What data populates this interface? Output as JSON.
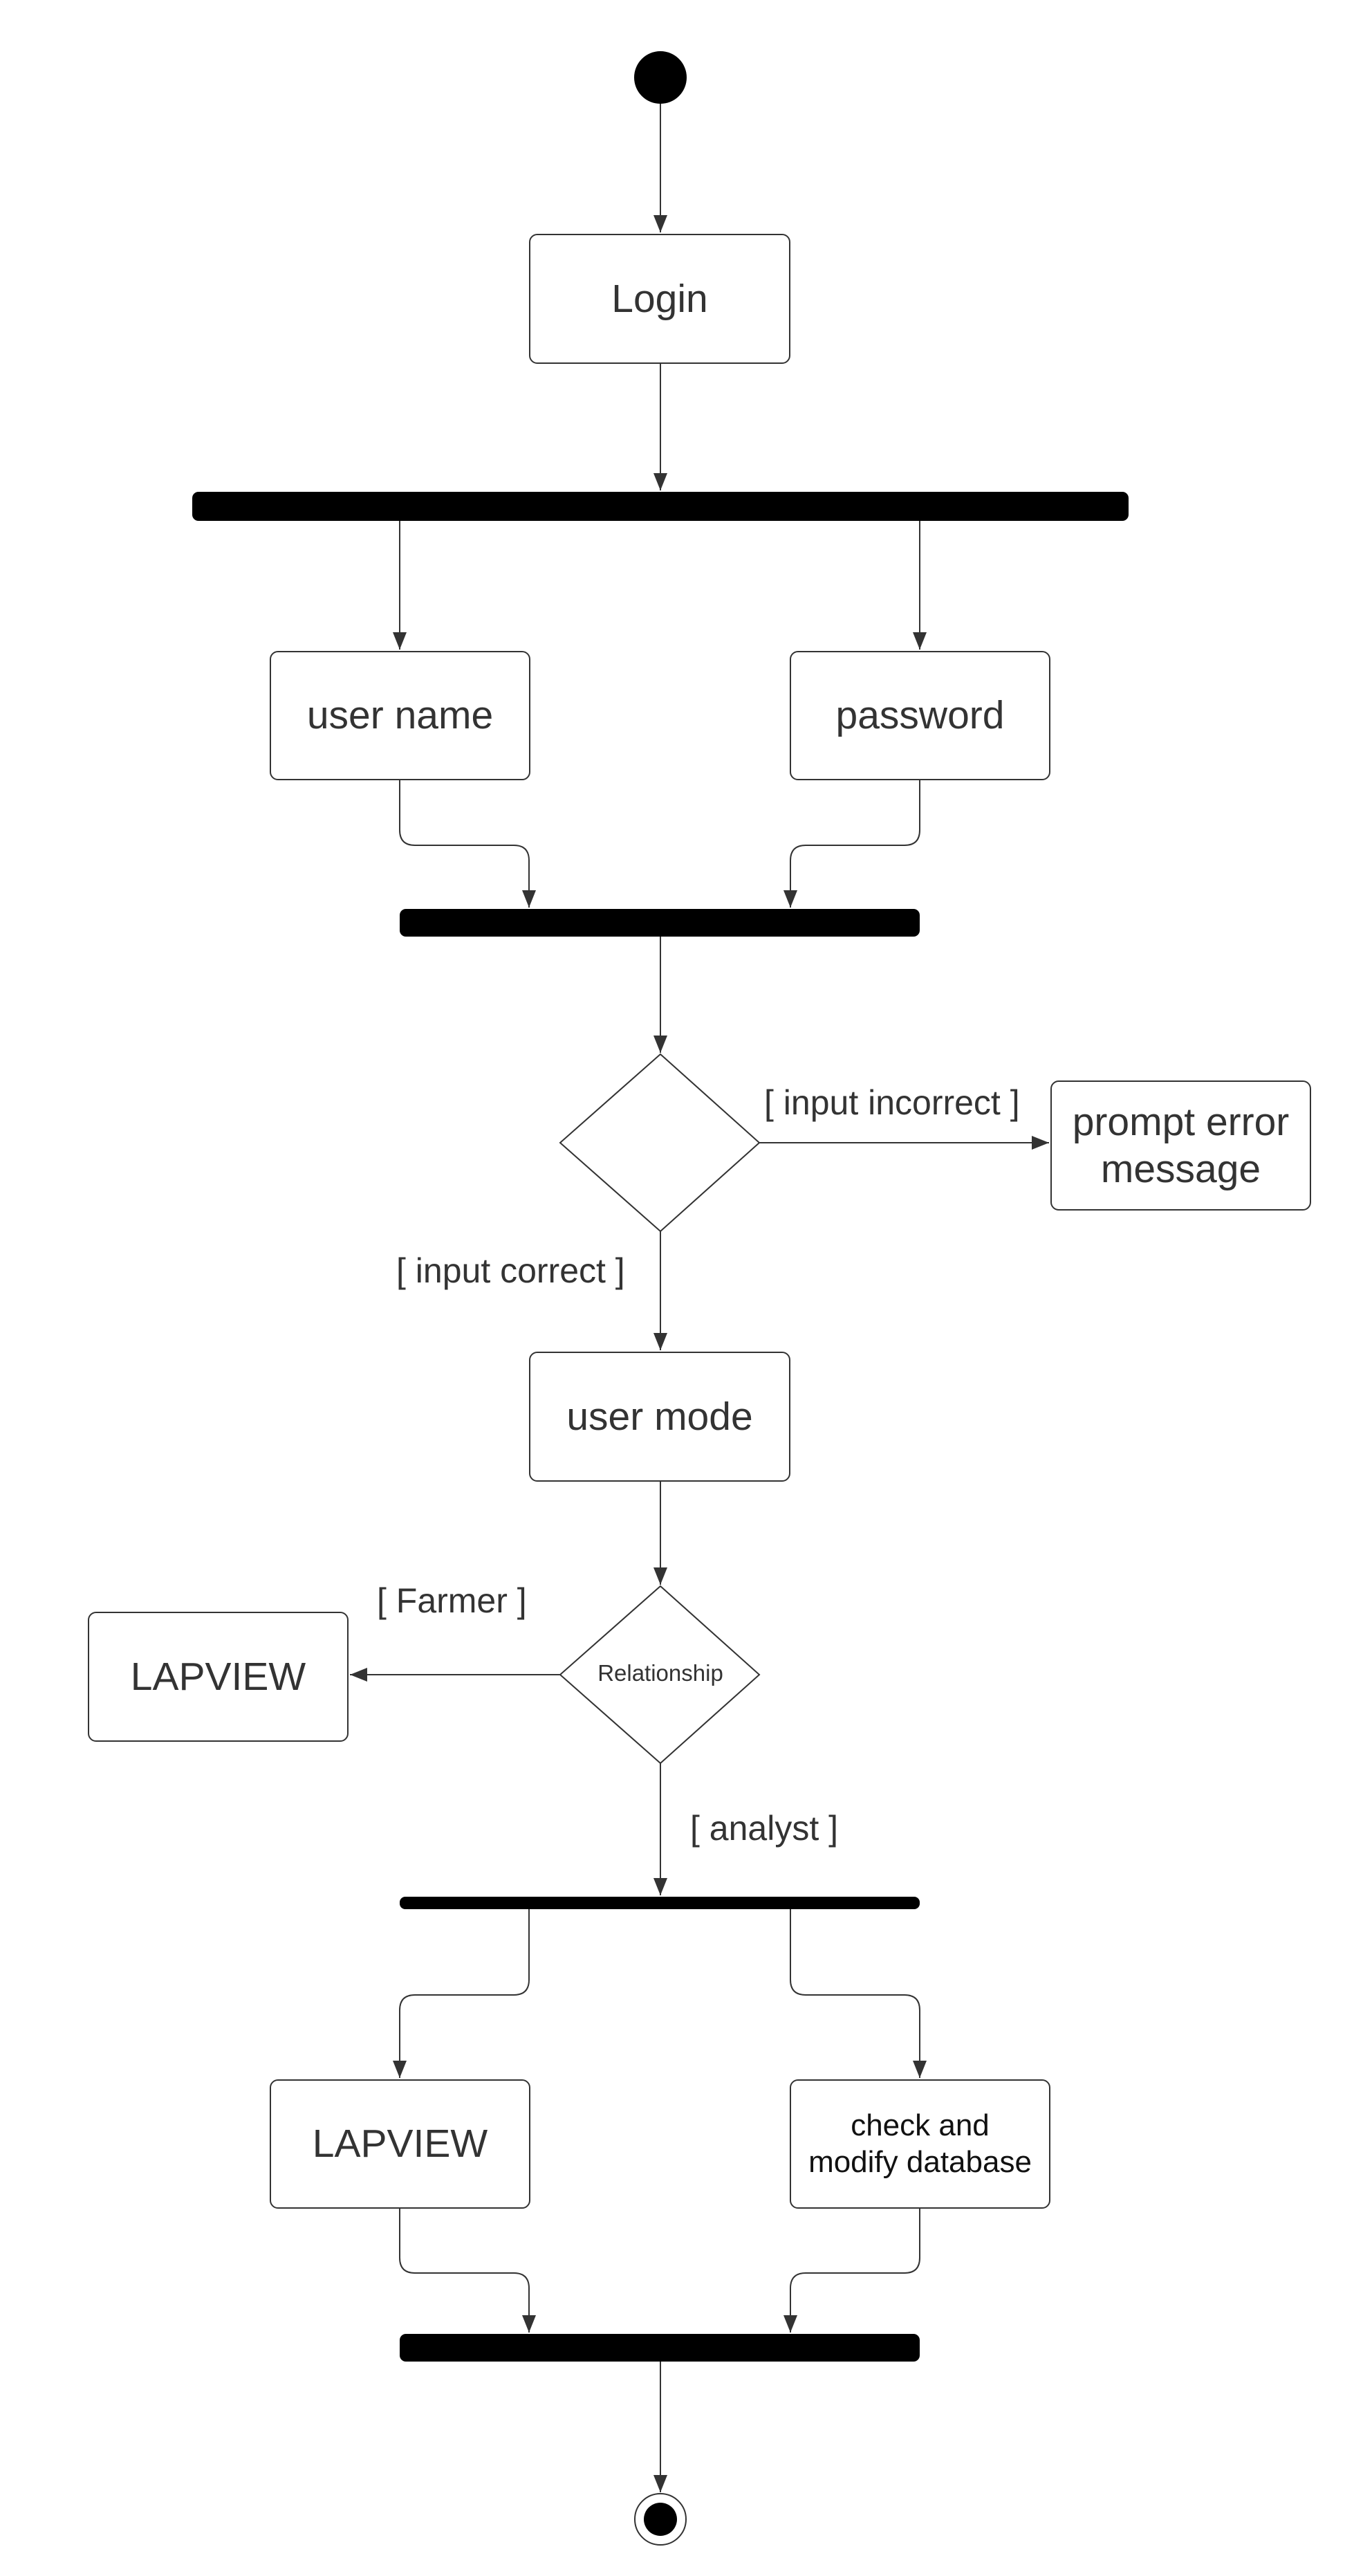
{
  "colors": {
    "stroke": "#333333",
    "bar": "#000000",
    "background": "#ffffff"
  },
  "nodes": {
    "login": "Login",
    "user_name": "user name",
    "password": "password",
    "prompt_error_line1": "prompt error",
    "prompt_error_line2": "message",
    "user_mode": "user mode",
    "lapview_farmer": "LAPVIEW",
    "relationship": "Relationship",
    "lapview_analyst": "LAPVIEW",
    "check_modify_line1": "check and",
    "check_modify_line2": "modify database"
  },
  "guards": {
    "input_incorrect": "[ input incorrect ]",
    "input_correct": "[ input correct ]",
    "farmer": "[ Farmer ]",
    "analyst": "[ analyst ]"
  }
}
